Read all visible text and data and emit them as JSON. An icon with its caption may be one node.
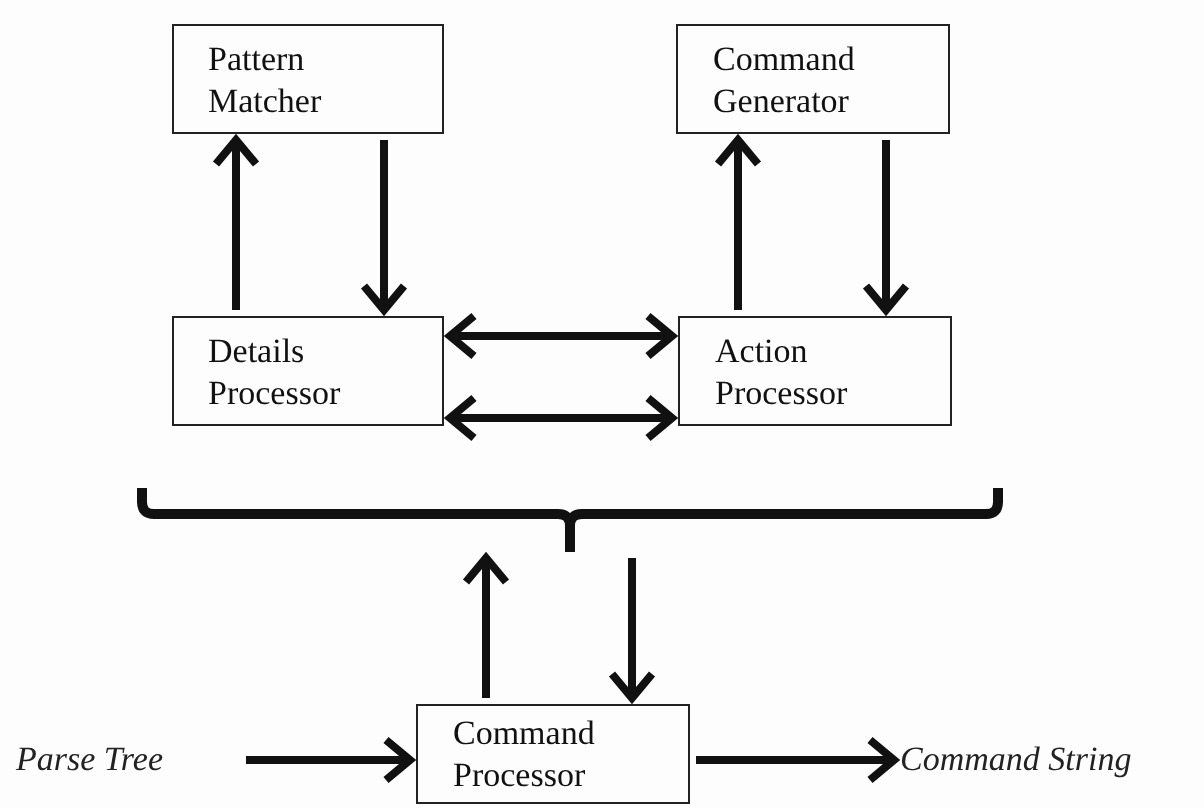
{
  "diagram": {
    "nodes": [
      {
        "text": [
          "Pattern Matcher"
        ]
      },
      {
        "text": [
          "Command Generator"
        ]
      },
      {
        "text": [
          "Details Processor"
        ]
      },
      {
        "text": [
          "Action Processor"
        ]
      },
      {
        "text": [
          "Command Processor"
        ]
      },
      {
        "text": [
          "Parse Tree"
        ]
      },
      {
        "text": [
          "Command String"
        ]
      },
      {
        "text": [],
        "shape": "bracket"
      }
    ],
    "edges": [
      {
        "from": 2,
        "to": 0,
        "arrow": "to"
      },
      {
        "from": 0,
        "to": 2,
        "arrow": "to"
      },
      {
        "from": 3,
        "to": 1,
        "arrow": "to"
      },
      {
        "from": 1,
        "to": 3,
        "arrow": "to"
      },
      {
        "from": 2,
        "to": 3,
        "arrow": "both"
      },
      {
        "from": 2,
        "to": 3,
        "arrow": "both"
      },
      {
        "from": 4,
        "to": 7,
        "arrow": "to"
      },
      {
        "from": 7,
        "to": 4,
        "arrow": "to"
      },
      {
        "from": 5,
        "to": 4,
        "arrow": "to"
      },
      {
        "from": 4,
        "to": 6,
        "arrow": "to"
      }
    ]
  }
}
